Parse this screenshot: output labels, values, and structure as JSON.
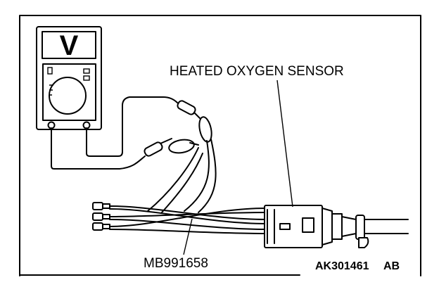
{
  "labels": {
    "sensor": "HEATED OXYGEN SENSOR",
    "harness": "MB991658",
    "figure_code": "AK301461",
    "figure_suffix": "AB"
  },
  "meter": {
    "display_symbol": "V"
  }
}
